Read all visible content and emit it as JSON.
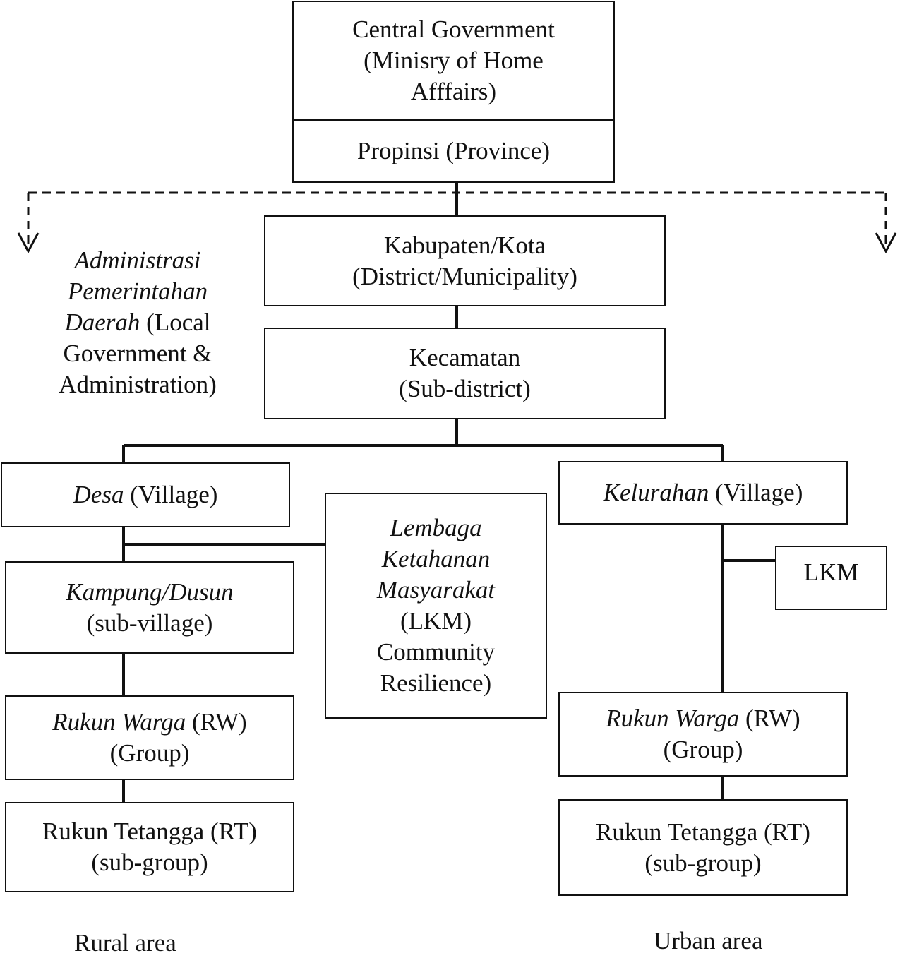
{
  "central": {
    "line1": "Central Government",
    "line2": "(Minisry of Home",
    "line3": "Afffairs)"
  },
  "province": {
    "label": "Propinsi (Province)"
  },
  "district": {
    "line1": "Kabupaten/Kota",
    "line2": "(District/Municipality)"
  },
  "subdistrict": {
    "line1": "Kecamatan",
    "line2": "(Sub-district)"
  },
  "local_gov": {
    "line1": "Administrasi",
    "line2": "Pemerintahan",
    "line3_italic": "Daerah",
    "line3_rest": " (Local",
    "line4": "Government &",
    "line5": "Administration)"
  },
  "rural": {
    "desa_italic": "Desa",
    "desa_rest": " (Village)",
    "kampung_line1": "Kampung/Dusun",
    "kampung_line2": "(sub-village)",
    "rw_italic": "Rukun Warga",
    "rw_rest": " (RW)",
    "rw_line2": "(Group)",
    "rt_line1": "Rukun Tetangga (RT)",
    "rt_line2": "(sub-group)",
    "caption": "Rural area"
  },
  "lkm_box": {
    "line1": "Lembaga",
    "line2": "Ketahanan",
    "line3": "Masyarakat",
    "line4": "(LKM)",
    "line5": "Community",
    "line6": "Resilience)"
  },
  "urban": {
    "kelurahan_italic": "Kelurahan",
    "kelurahan_rest": " (Village)",
    "lkm": "LKM",
    "rw_italic": "Rukun Warga",
    "rw_rest": " (RW)",
    "rw_line2": "(Group)",
    "rt_line1": "Rukun Tetangga (RT)",
    "rt_line2": "(sub-group)",
    "caption": "Urban area"
  }
}
